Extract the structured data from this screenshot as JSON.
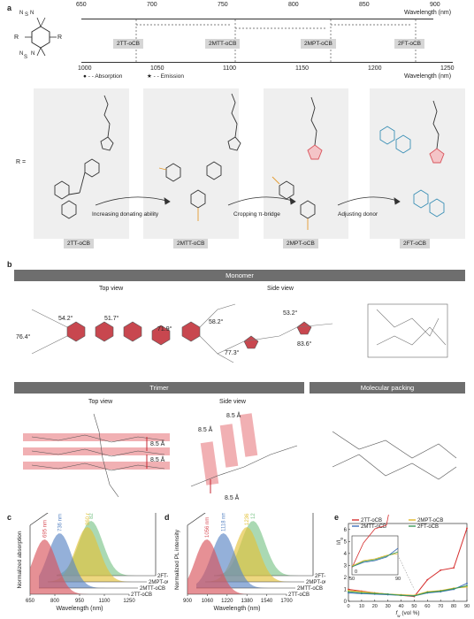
{
  "panel_a": {
    "letter": "a",
    "core_substituent": "R",
    "r_label": "R =",
    "top_axis": {
      "label": "Wavelength (nm)",
      "ticks": [
        "650",
        "700",
        "750",
        "800",
        "850",
        "900"
      ]
    },
    "bottom_axis": {
      "label": "Wavelength (nm)",
      "ticks": [
        "1000",
        "1050",
        "1100",
        "1150",
        "1200",
        "1250"
      ]
    },
    "compound_tags": [
      "2TT-oCB",
      "2MTT-oCB",
      "2MPT-oCB",
      "2FT-oCB"
    ],
    "legend": {
      "absorption": "- - Absorption",
      "emission": "- - Emission"
    },
    "arrows": [
      "Increasing donating ability",
      "Cropping π-bridge",
      "Adjusting donor"
    ],
    "compounds": [
      "2TT-oCB",
      "2MTT-oCB",
      "2MPT-oCB",
      "2FT-oCB"
    ],
    "atom_labels": {
      "S": "S",
      "N": "N"
    }
  },
  "panel_b": {
    "letter": "b",
    "monomer_header": "Monomer",
    "trimer_header": "Trimer",
    "packing_header": "Molecular packing",
    "top_view": "Top view",
    "side_view": "Side view",
    "monomer_angles_top": [
      "54.2°",
      "51.7°",
      "76.4°",
      "71.9°"
    ],
    "monomer_angles_side": [
      "58.2°",
      "53.2°",
      "77.3°",
      "83.6°"
    ],
    "trimer_distances": [
      "8.5 Å",
      "8.5 Å",
      "8.5 Å",
      "8.5 Å",
      "8.5 Å"
    ]
  },
  "panel_c": {
    "letter": "c",
    "chart_data": {
      "type": "area",
      "xlabel": "Wavelength (nm)",
      "ylabel": "Normalized absorption",
      "xticks": [
        "650",
        "800",
        "950",
        "1100",
        "1250"
      ],
      "series": [
        {
          "name": "2TT-oCB",
          "peak": 695,
          "peak_label": "695 nm",
          "color": "#d9545c"
        },
        {
          "name": "2MTT-oCB",
          "peak": 736,
          "peak_label": "736 nm",
          "color": "#5b86c4"
        },
        {
          "name": "2MPT-oCB",
          "peak": 860,
          "peak_label": "860 nm",
          "color": "#e3c23a"
        },
        {
          "name": "2FT-oCB",
          "peak": 825,
          "peak_label": "825 nm",
          "color": "#7cc48a"
        }
      ]
    }
  },
  "panel_d": {
    "letter": "d",
    "chart_data": {
      "type": "area",
      "xlabel": "Wavelength (nm)",
      "ylabel": "Normalized PL intensity",
      "xticks": [
        "900",
        "1060",
        "1220",
        "1380",
        "1540",
        "1700"
      ],
      "series": [
        {
          "name": "2TT-oCB",
          "peak": 1056,
          "peak_label": "1056 nm",
          "color": "#d9545c"
        },
        {
          "name": "2MTT-oCB",
          "peak": 1118,
          "peak_label": "1118 nm",
          "color": "#5b86c4"
        },
        {
          "name": "2MPT-oCB",
          "peak": 1236,
          "peak_label": "1236 nm",
          "color": "#e3c23a"
        },
        {
          "name": "2FT-oCB",
          "peak": 1215,
          "peak_label": "1215 nm",
          "color": "#7cc48a"
        }
      ]
    }
  },
  "panel_e": {
    "letter": "e",
    "chart_data": {
      "type": "line",
      "xlabel": "f_w (vol %)",
      "xlabel_main": "f",
      "xlabel_sub": "w",
      "xlabel_unit": " (vol %)",
      "ylabel": "I/I0",
      "ylabel_main": "I/I",
      "ylabel_sub": "0",
      "xticks": [
        "0",
        "10",
        "20",
        "30",
        "40",
        "50",
        "60",
        "70",
        "80",
        "90"
      ],
      "yticks": [
        "0",
        "1",
        "2",
        "3",
        "4",
        "5",
        "6"
      ],
      "xlim": [
        0,
        90
      ],
      "ylim": [
        0,
        6.5
      ],
      "x": [
        0,
        10,
        20,
        30,
        40,
        50,
        60,
        70,
        80,
        90
      ],
      "series": [
        {
          "name": "2TT-oCB",
          "color": "#d62f2f",
          "values": [
            1.0,
            0.85,
            0.7,
            0.6,
            0.5,
            0.4,
            1.8,
            2.6,
            2.8,
            6.1
          ]
        },
        {
          "name": "2MPT-oCB",
          "color": "#e0b526",
          "values": [
            0.9,
            0.8,
            0.7,
            0.6,
            0.55,
            0.5,
            0.8,
            0.9,
            1.1,
            1.2
          ]
        },
        {
          "name": "2MTT-oCB",
          "color": "#3e6fb8",
          "values": [
            0.7,
            0.65,
            0.6,
            0.55,
            0.5,
            0.45,
            0.7,
            0.8,
            1.0,
            1.5
          ]
        },
        {
          "name": "2FT-oCB",
          "color": "#3a9a5a",
          "values": [
            0.8,
            0.7,
            0.65,
            0.6,
            0.5,
            0.45,
            0.75,
            0.85,
            1.05,
            1.3
          ]
        }
      ],
      "inset": {
        "xticks": [
          "50",
          "90"
        ],
        "ytick": "0"
      }
    }
  }
}
